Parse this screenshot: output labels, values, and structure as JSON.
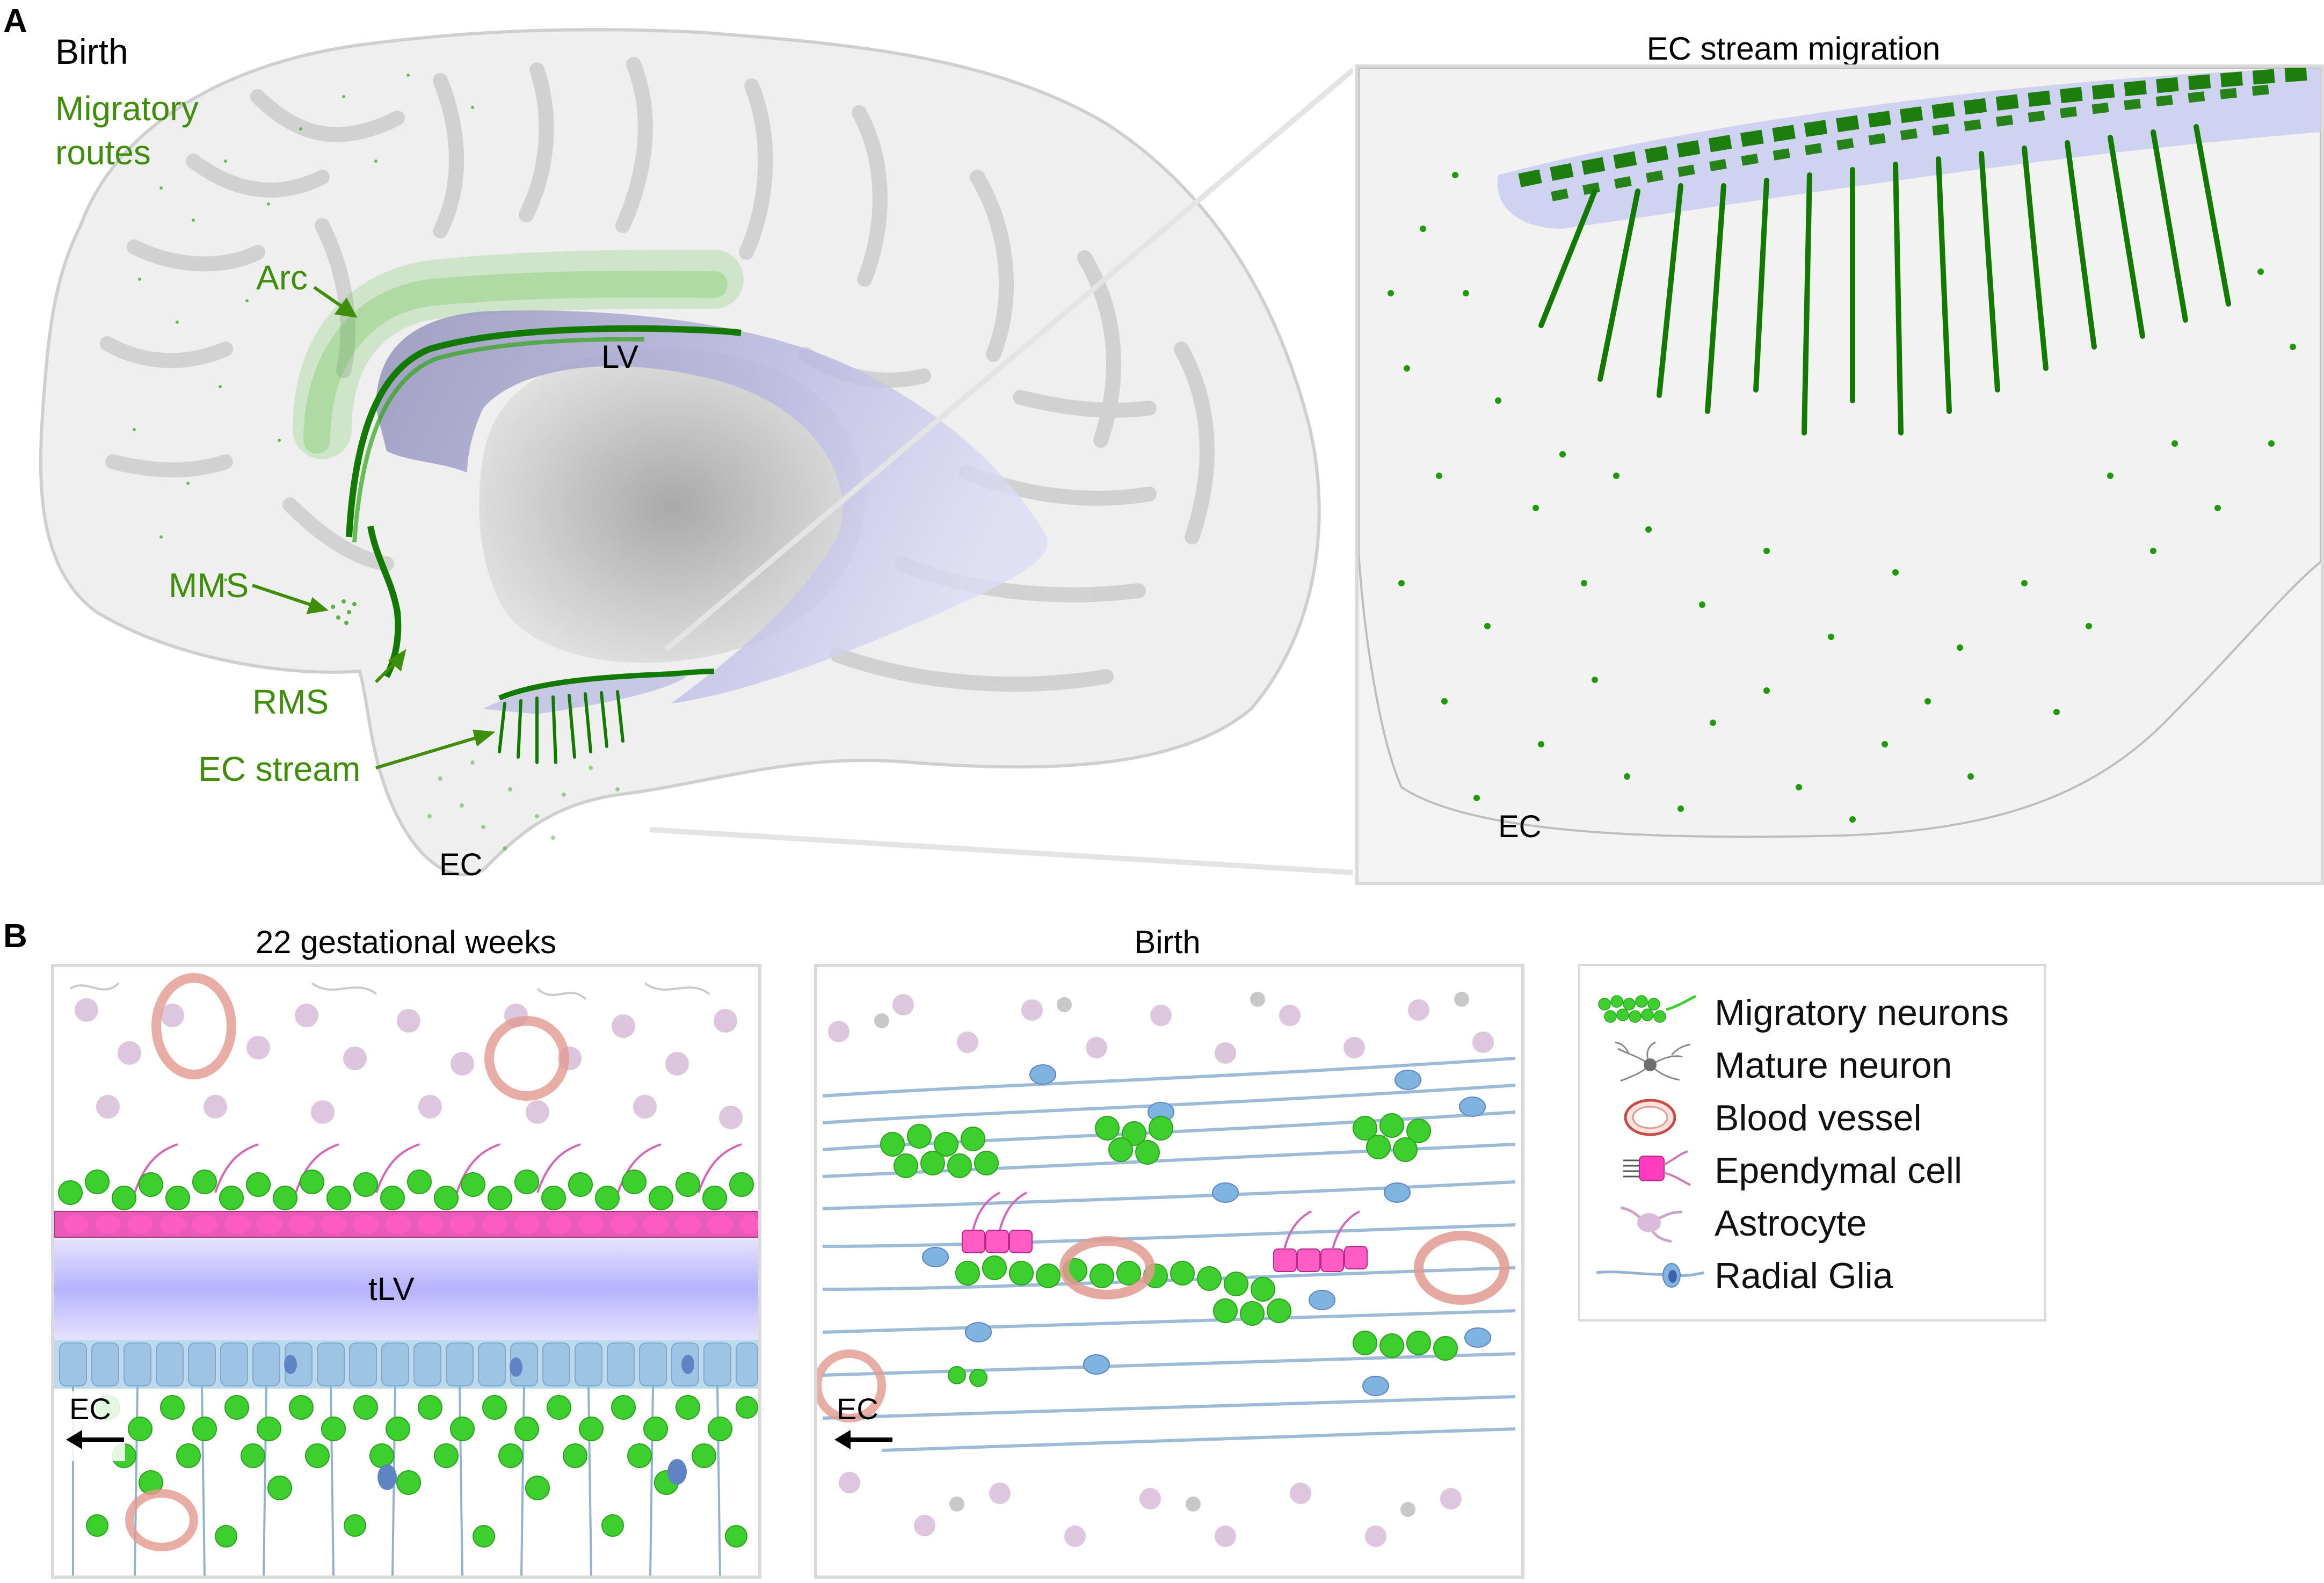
{
  "panel_a": {
    "letter": "A",
    "title": "Birth",
    "subtitle_line1": "Migratory",
    "subtitle_line2": "routes",
    "labels": {
      "arc": "Arc",
      "lv": "LV",
      "mms": "MMS",
      "rms": "RMS",
      "ec_stream": "EC stream",
      "ec": "EC"
    },
    "inset": {
      "title": "EC stream migration",
      "ec_label": "EC"
    }
  },
  "panel_b": {
    "letter": "B",
    "left": {
      "title": "22 gestational weeks",
      "ventricle_label": "tLV",
      "ec_label": "EC"
    },
    "right": {
      "title": "Birth",
      "ec_label": "EC"
    },
    "legend": [
      {
        "icon": "migratory-neurons-icon",
        "label": "Migratory neurons"
      },
      {
        "icon": "mature-neuron-icon",
        "label": "Mature neuron"
      },
      {
        "icon": "blood-vessel-icon",
        "label": "Blood vessel"
      },
      {
        "icon": "ependymal-cell-icon",
        "label": "Ependymal cell"
      },
      {
        "icon": "astrocyte-icon",
        "label": "Astrocyte"
      },
      {
        "icon": "radial-glia-icon",
        "label": "Radial Glia"
      }
    ]
  },
  "colors": {
    "migratory_green": "#2fb80f",
    "dark_green": "#127a00",
    "label_green": "#3e8e0a",
    "ependymal_pink": "#e23aa6",
    "astrocyte_lilac": "#c9a6c9",
    "radial_glia_blue": "#8fb3d1",
    "vessel_red": "#e29a90",
    "ventricle_violet": "#b9b8ea",
    "brain_grey": "#efefef"
  }
}
